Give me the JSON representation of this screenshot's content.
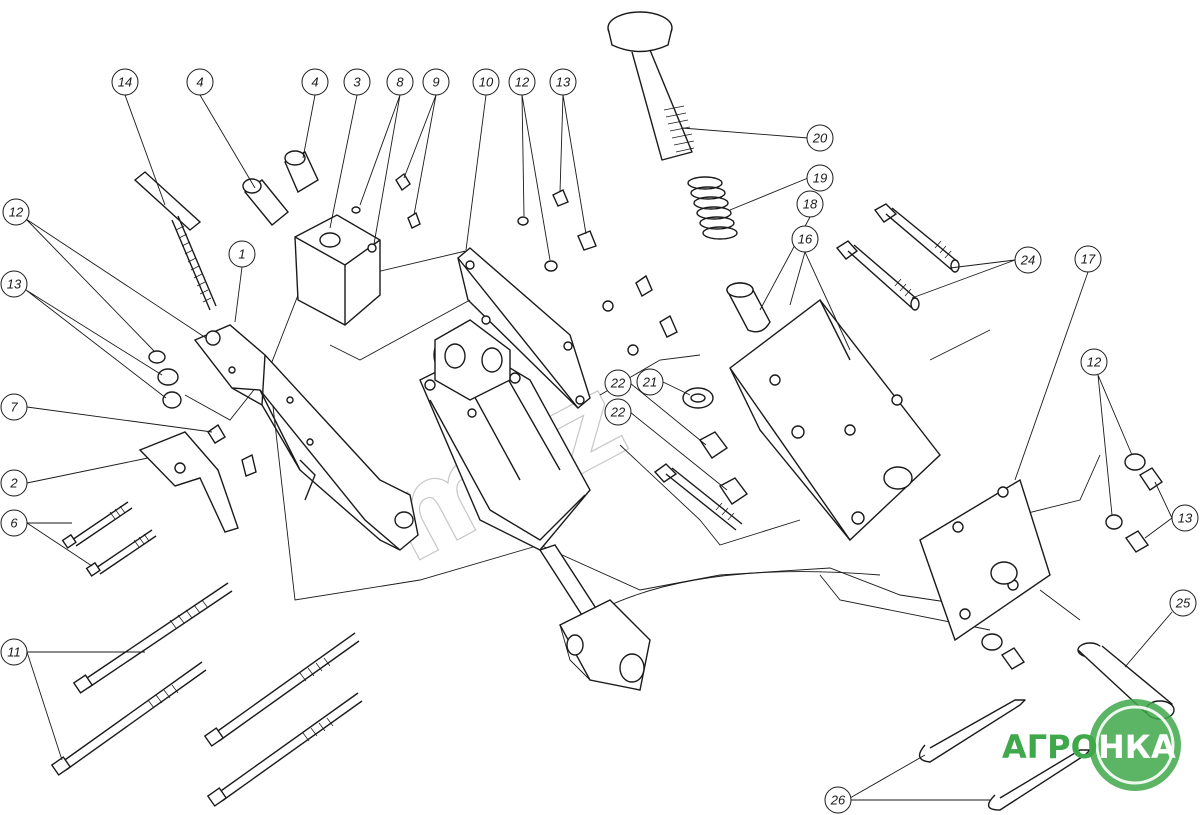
{
  "drawing": {
    "callouts": [
      "14",
      "4",
      "4",
      "3",
      "8",
      "9",
      "10",
      "12",
      "13",
      "20",
      "19",
      "18",
      "16",
      "24",
      "17",
      "12",
      "13",
      "1",
      "12",
      "13",
      "7",
      "2",
      "6",
      "11",
      "21",
      "22",
      "22",
      "25",
      "26"
    ]
  },
  "watermark": {
    "text": "mtz"
  },
  "logo": {
    "left": "АГРО",
    "right": "НКА",
    "ring_color": "#3ea84a",
    "text_color": "#3ea84a"
  }
}
